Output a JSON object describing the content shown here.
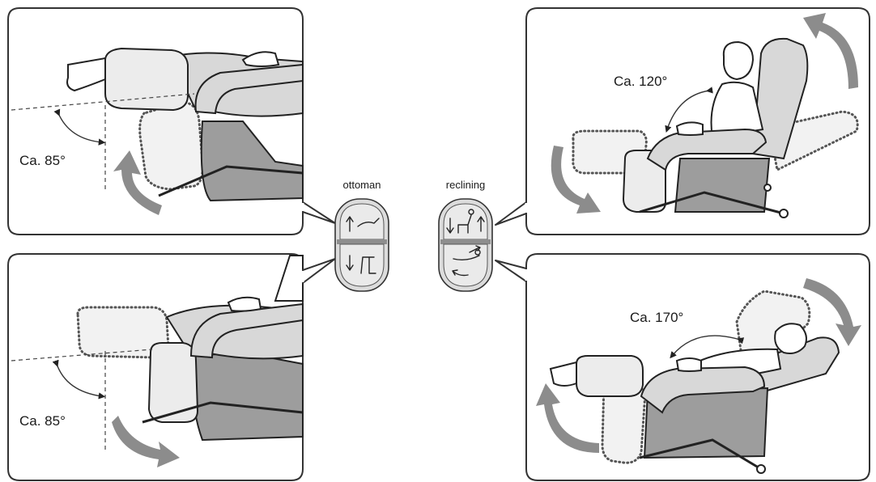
{
  "panels": {
    "top_left": {
      "angle_label": "Ca. 85°"
    },
    "bottom_left": {
      "angle_label": "Ca. 85°"
    },
    "top_right": {
      "angle_label": "Ca. 120°"
    },
    "bottom_right": {
      "angle_label": "Ca. 170°"
    }
  },
  "remote": {
    "ottoman": {
      "label": "ottoman",
      "up_icon": "ottoman-raise-icon",
      "down_icon": "ottoman-lower-icon"
    },
    "reclining": {
      "label": "reclining",
      "up_icon": "backrest-raise-icon",
      "down_icon": "backrest-recline-icon"
    }
  },
  "colors": {
    "arrow": "#8c8c8c",
    "frame": "#333333",
    "remote": "#dcdcdc"
  }
}
